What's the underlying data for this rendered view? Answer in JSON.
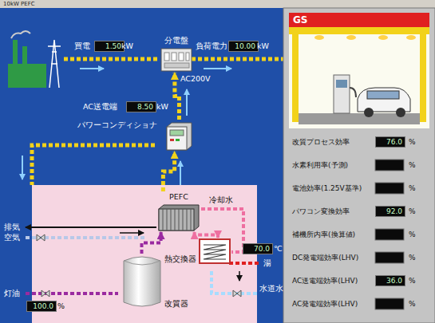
{
  "diagram": {
    "nodes": [
      {
        "text": [
          "分電盤"
        ]
      },
      {
        "text": [
          "パワーコンディショナ"
        ]
      },
      {
        "text": [
          "PEFC"
        ]
      },
      {
        "text": [
          "熱交換器"
        ]
      },
      {
        "text": [
          "改質器"
        ]
      }
    ],
    "edges": [
      {
        "from": 1,
        "to": 0,
        "arrow": "to"
      },
      {
        "from": 2,
        "to": 1,
        "arrow": "to"
      },
      {
        "from": 4,
        "to": 2,
        "arrow": "to"
      },
      {
        "from": 2,
        "to": 3,
        "arrow": "both"
      }
    ],
    "labels": [
      "10kW PEFC",
      "買電",
      "1.50",
      "kW",
      "負荷電力",
      "10.00",
      "kW",
      "AC200V",
      "AC送電端",
      "8.50",
      "kW",
      "冷却水",
      "排気",
      "空気",
      "灯油",
      "100.0",
      "%",
      "70.0",
      "℃",
      "湯",
      "水道水",
      "GS",
      "改質プロセス効率",
      "76.0",
      "%",
      "水素利用率(予測)",
      "%",
      "電池効率(1.25V基準)",
      "%",
      "パワコン変換効率",
      "92.0",
      "%",
      "補機所内率(換算値)",
      "%",
      "DC発電端効率(LHV)",
      "%",
      "AC送電端効率(LHV)",
      "36.0",
      "%",
      "AC発電端効率(LHV)",
      "%"
    ]
  }
}
